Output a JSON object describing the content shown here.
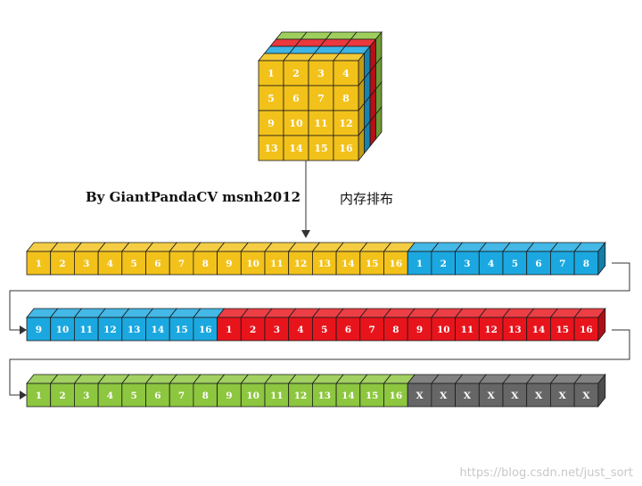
{
  "caption": {
    "author": "By GiantPandaCV msnh2012",
    "title": "内存排布"
  },
  "watermark": "https://blog.csdn.net/just_sort",
  "colors": {
    "yellow": "#f2c21b",
    "blue": "#1ba8e0",
    "red": "#e8141c",
    "green": "#8dc63f",
    "gray": "#666666",
    "cell_text": "#ffffff",
    "cube_text": "#ffffff"
  },
  "cube": {
    "front_labels": [
      "1",
      "2",
      "3",
      "4",
      "5",
      "6",
      "7",
      "8",
      "9",
      "10",
      "11",
      "12",
      "13",
      "14",
      "15",
      "16"
    ],
    "layer_colors": [
      "yellow",
      "blue",
      "red",
      "green"
    ]
  },
  "rows": [
    {
      "segments": [
        {
          "color": "yellow",
          "labels": [
            "1",
            "2",
            "3",
            "4",
            "5",
            "6",
            "7",
            "8",
            "9",
            "10",
            "11",
            "12",
            "13",
            "14",
            "15",
            "16"
          ]
        },
        {
          "color": "blue",
          "labels": [
            "1",
            "2",
            "3",
            "4",
            "5",
            "6",
            "7",
            "8"
          ]
        }
      ]
    },
    {
      "segments": [
        {
          "color": "blue",
          "labels": [
            "9",
            "10",
            "11",
            "12",
            "13",
            "14",
            "15",
            "16"
          ]
        },
        {
          "color": "red",
          "labels": [
            "1",
            "2",
            "3",
            "4",
            "5",
            "6",
            "7",
            "8",
            "9",
            "10",
            "11",
            "12",
            "13",
            "14",
            "15",
            "16"
          ]
        }
      ]
    },
    {
      "segments": [
        {
          "color": "green",
          "labels": [
            "1",
            "2",
            "3",
            "4",
            "5",
            "6",
            "7",
            "8",
            "9",
            "10",
            "11",
            "12",
            "13",
            "14",
            "15",
            "16"
          ]
        },
        {
          "color": "gray",
          "labels": [
            "X",
            "X",
            "X",
            "X",
            "X",
            "X",
            "X",
            "X"
          ]
        }
      ]
    }
  ]
}
